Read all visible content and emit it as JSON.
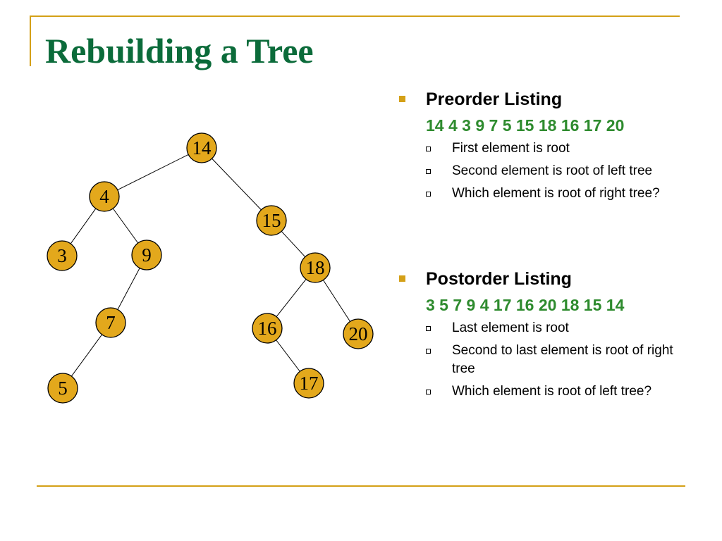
{
  "slide": {
    "title": "Rebuilding a Tree"
  },
  "tree": {
    "nodes": [
      {
        "id": "n14",
        "label": "14"
      },
      {
        "id": "n4",
        "label": "4"
      },
      {
        "id": "n15",
        "label": "15"
      },
      {
        "id": "n3",
        "label": "3"
      },
      {
        "id": "n9",
        "label": "9"
      },
      {
        "id": "n18",
        "label": "18"
      },
      {
        "id": "n7",
        "label": "7"
      },
      {
        "id": "n16",
        "label": "16"
      },
      {
        "id": "n20",
        "label": "20"
      },
      {
        "id": "n5",
        "label": "5"
      },
      {
        "id": "n17",
        "label": "17"
      }
    ],
    "edges": [
      [
        "n14",
        "n4"
      ],
      [
        "n14",
        "n15"
      ],
      [
        "n4",
        "n3"
      ],
      [
        "n4",
        "n9"
      ],
      [
        "n9",
        "n7"
      ],
      [
        "n7",
        "n5"
      ],
      [
        "n15",
        "n18"
      ],
      [
        "n18",
        "n16"
      ],
      [
        "n18",
        "n20"
      ],
      [
        "n16",
        "n17"
      ]
    ]
  },
  "preorder": {
    "heading": "Preorder Listing",
    "sequence": "14 4 3 9 7 5 15 18 16 17 20",
    "points": [
      "First element is root",
      "Second element is root of left tree",
      "Which element is root of right tree?"
    ]
  },
  "postorder": {
    "heading": "Postorder Listing",
    "sequence": "3 5 7 9 4 17 16 20 18 15 14",
    "points": [
      "Last element is root",
      "Second to last element is root of right tree",
      "Which element is root of left tree?"
    ]
  },
  "colors": {
    "title": "#0b6b3a",
    "accent": "#d4a017",
    "node_fill": "#e3a81c",
    "sequence": "#2e8b2e"
  }
}
